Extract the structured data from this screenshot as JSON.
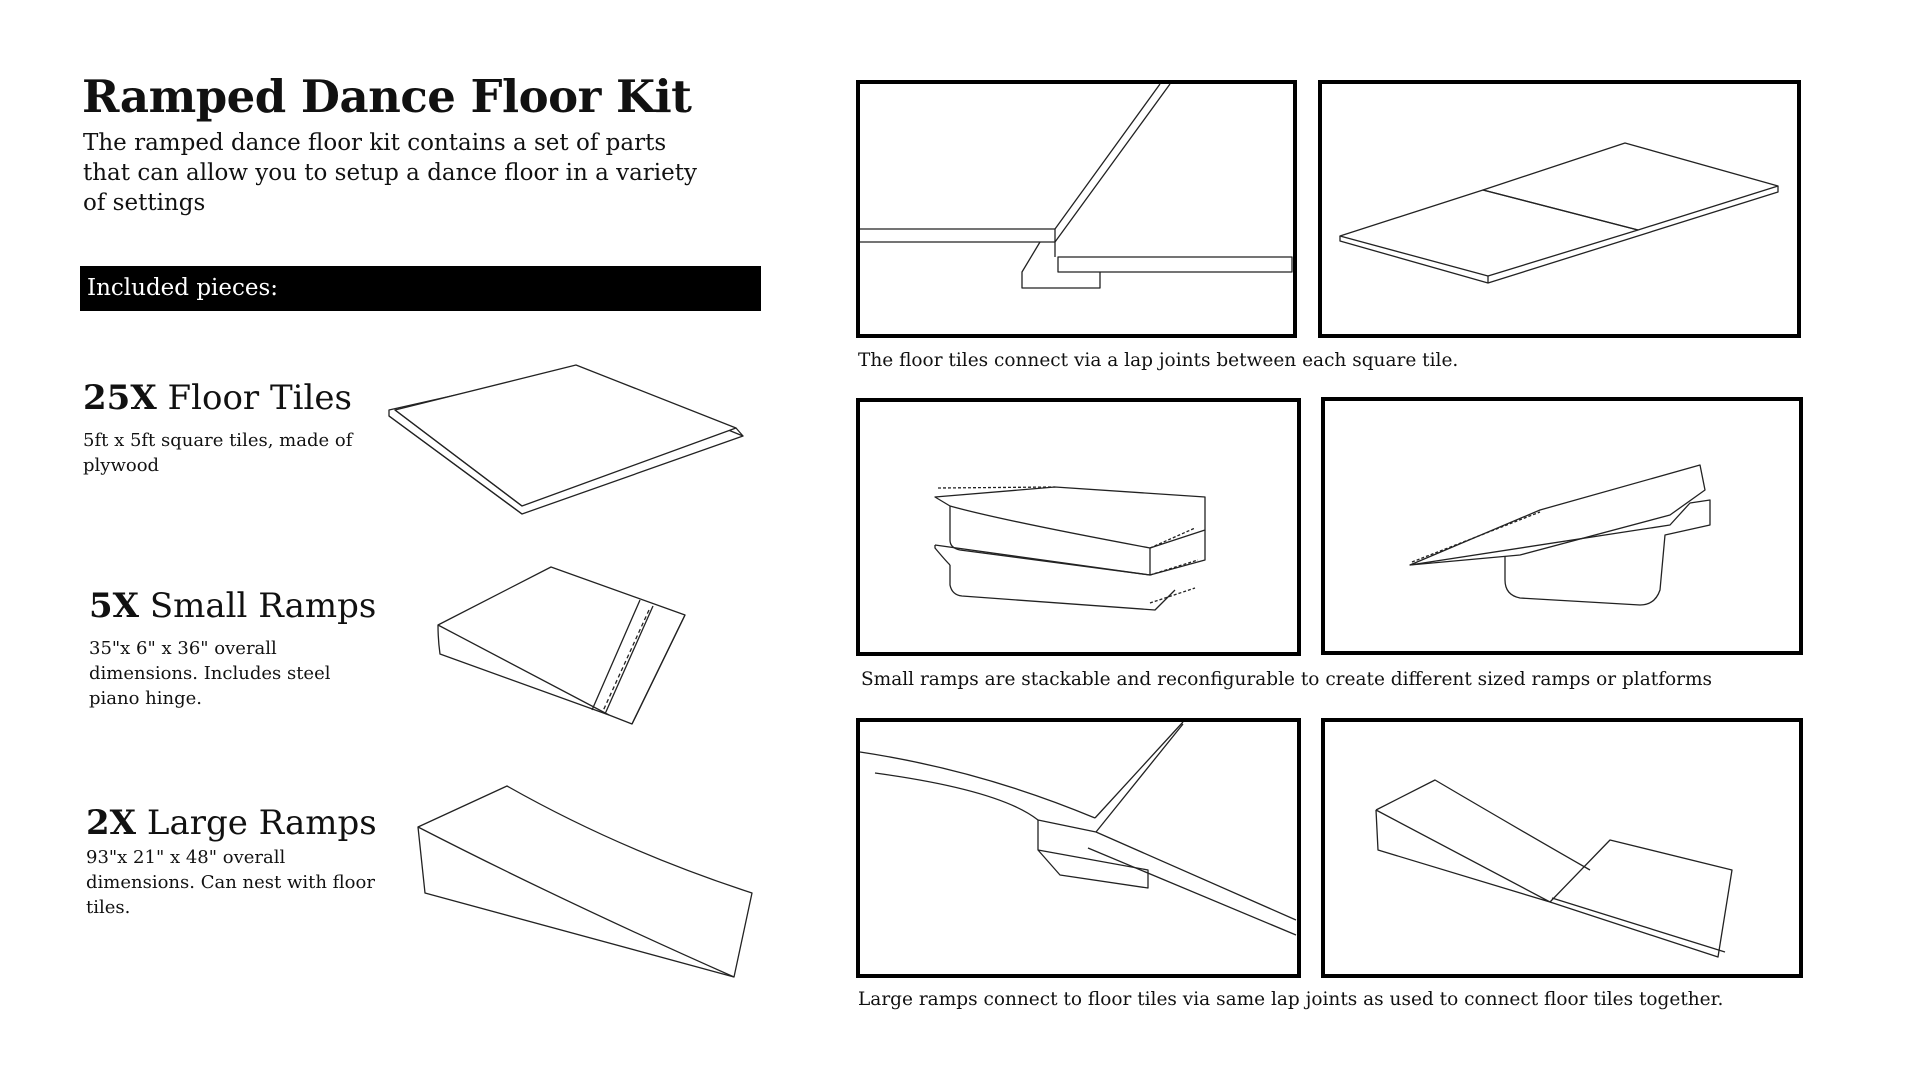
{
  "header": {
    "title": "Ramped Dance Floor Kit",
    "description": "The ramped dance floor kit contains a set of parts that can allow you to setup a dance floor in a variety of settings"
  },
  "section_label": "Included pieces:",
  "items": [
    {
      "quantity": "25X",
      "name": "Floor Tiles",
      "description": "5ft x 5ft square tiles, made of plywood"
    },
    {
      "quantity": "5X",
      "name": "Small Ramps",
      "description": "35\"x 6\" x 36\" overall dimensions. Includes steel piano hinge."
    },
    {
      "quantity": "2X",
      "name": "Large Ramps",
      "description": "93\"x 21\" x 48\" overall dimensions. Can nest with floor tiles."
    }
  ],
  "captions": [
    "The floor tiles connect via a lap joints between each square tile.",
    "Small ramps are stackable and reconfigurable to create different sized ramps or platforms",
    "Large ramps connect to floor tiles via same lap joints as used to connect floor tiles together."
  ]
}
